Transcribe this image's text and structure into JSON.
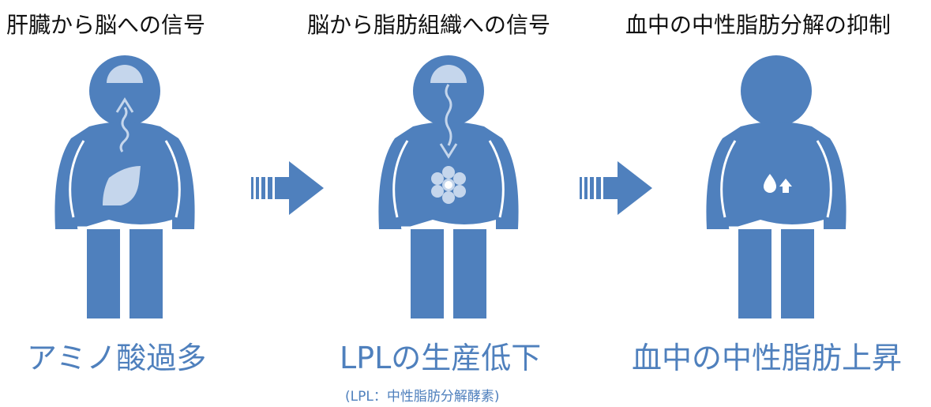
{
  "panels": [
    {
      "title": "肝臓から脳への信号",
      "caption": "アミノ酸過多",
      "icon": "liver-icon"
    },
    {
      "title": "脳から脂肪組織への信号",
      "caption": "LPLの生産低下",
      "subcaption": "(LPL：中性脂肪分解酵素)",
      "icon": "fat-cells-icon"
    },
    {
      "title": "血中の中性脂肪分解の抑制",
      "caption": "血中の中性脂肪上昇",
      "icon": "drops-up-arrow-icon"
    }
  ],
  "colors": {
    "figure": "#4f80bd",
    "accent": "#c5d6ec",
    "caption": "#4f80bd",
    "title": "#111111"
  }
}
